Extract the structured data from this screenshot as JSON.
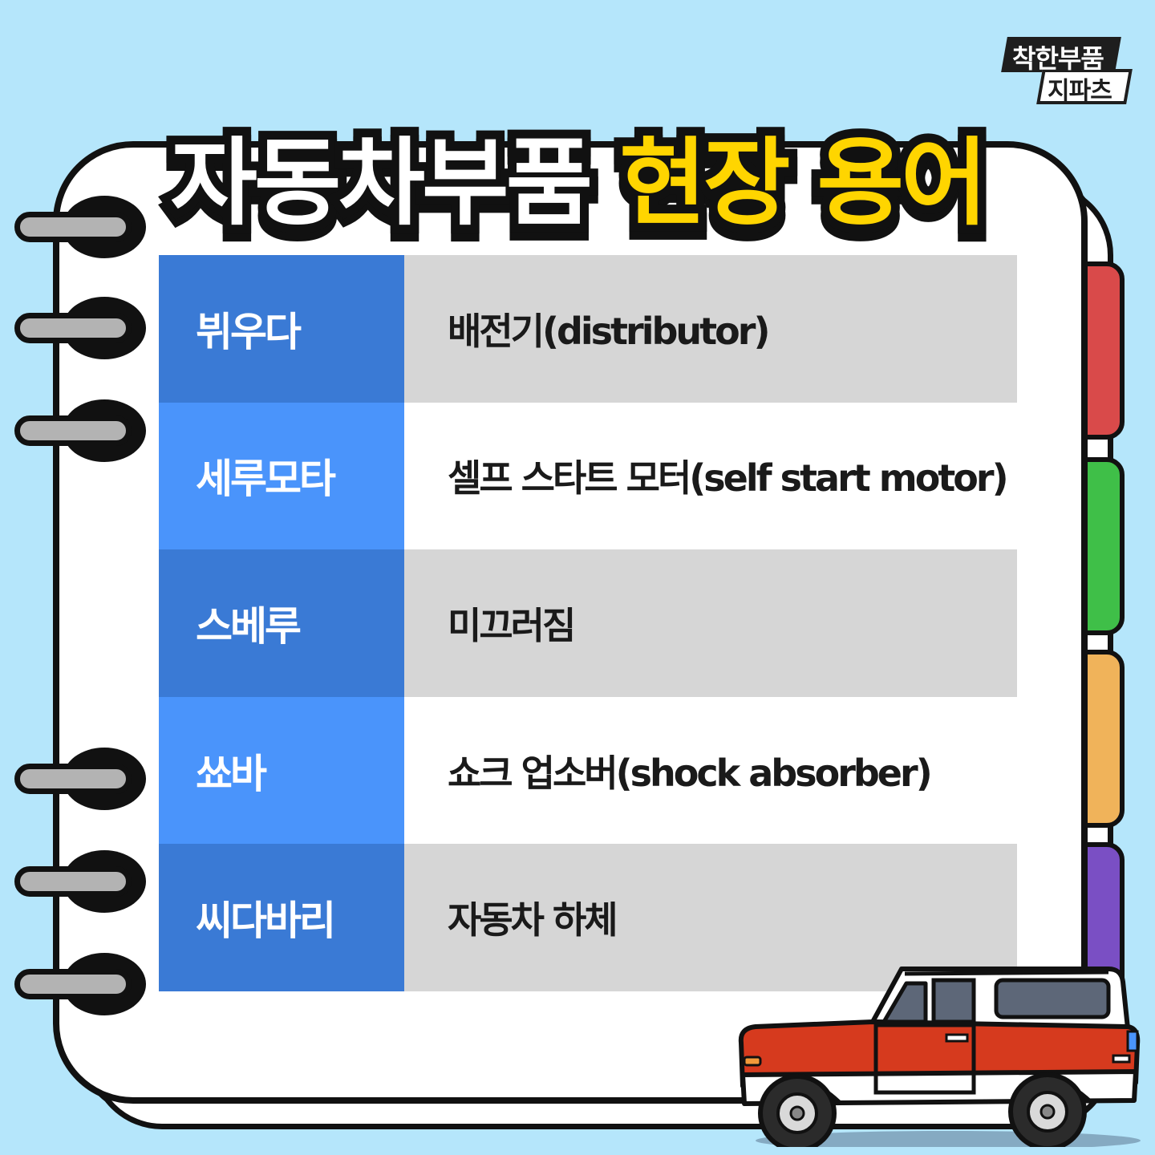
{
  "brand": {
    "line1": "착한부품",
    "line2": "지파츠"
  },
  "title": {
    "part1": "자동차부품",
    "part2": "현장 용어"
  },
  "terms": [
    {
      "term": "뷔우다",
      "meaning": "배전기(distributor)"
    },
    {
      "term": "세루모타",
      "meaning": "셀프 스타트 모터(self start motor)"
    },
    {
      "term": "스베루",
      "meaning": "미끄러짐"
    },
    {
      "term": "쑈바",
      "meaning": "쇼크 업소버(shock absorber)"
    },
    {
      "term": "씨다바리",
      "meaning": "자동차 하체"
    }
  ],
  "colors": {
    "background": "#b5e6fb",
    "title_highlight": "#ffd500",
    "term_dark": "#3a7ad5",
    "term_light": "#4a94fb",
    "tabs": [
      "#d94a4a",
      "#3fbf48",
      "#f0b35a",
      "#7a4fc4"
    ]
  },
  "icons": [
    "spiral-ring-icon",
    "car-illustration"
  ]
}
